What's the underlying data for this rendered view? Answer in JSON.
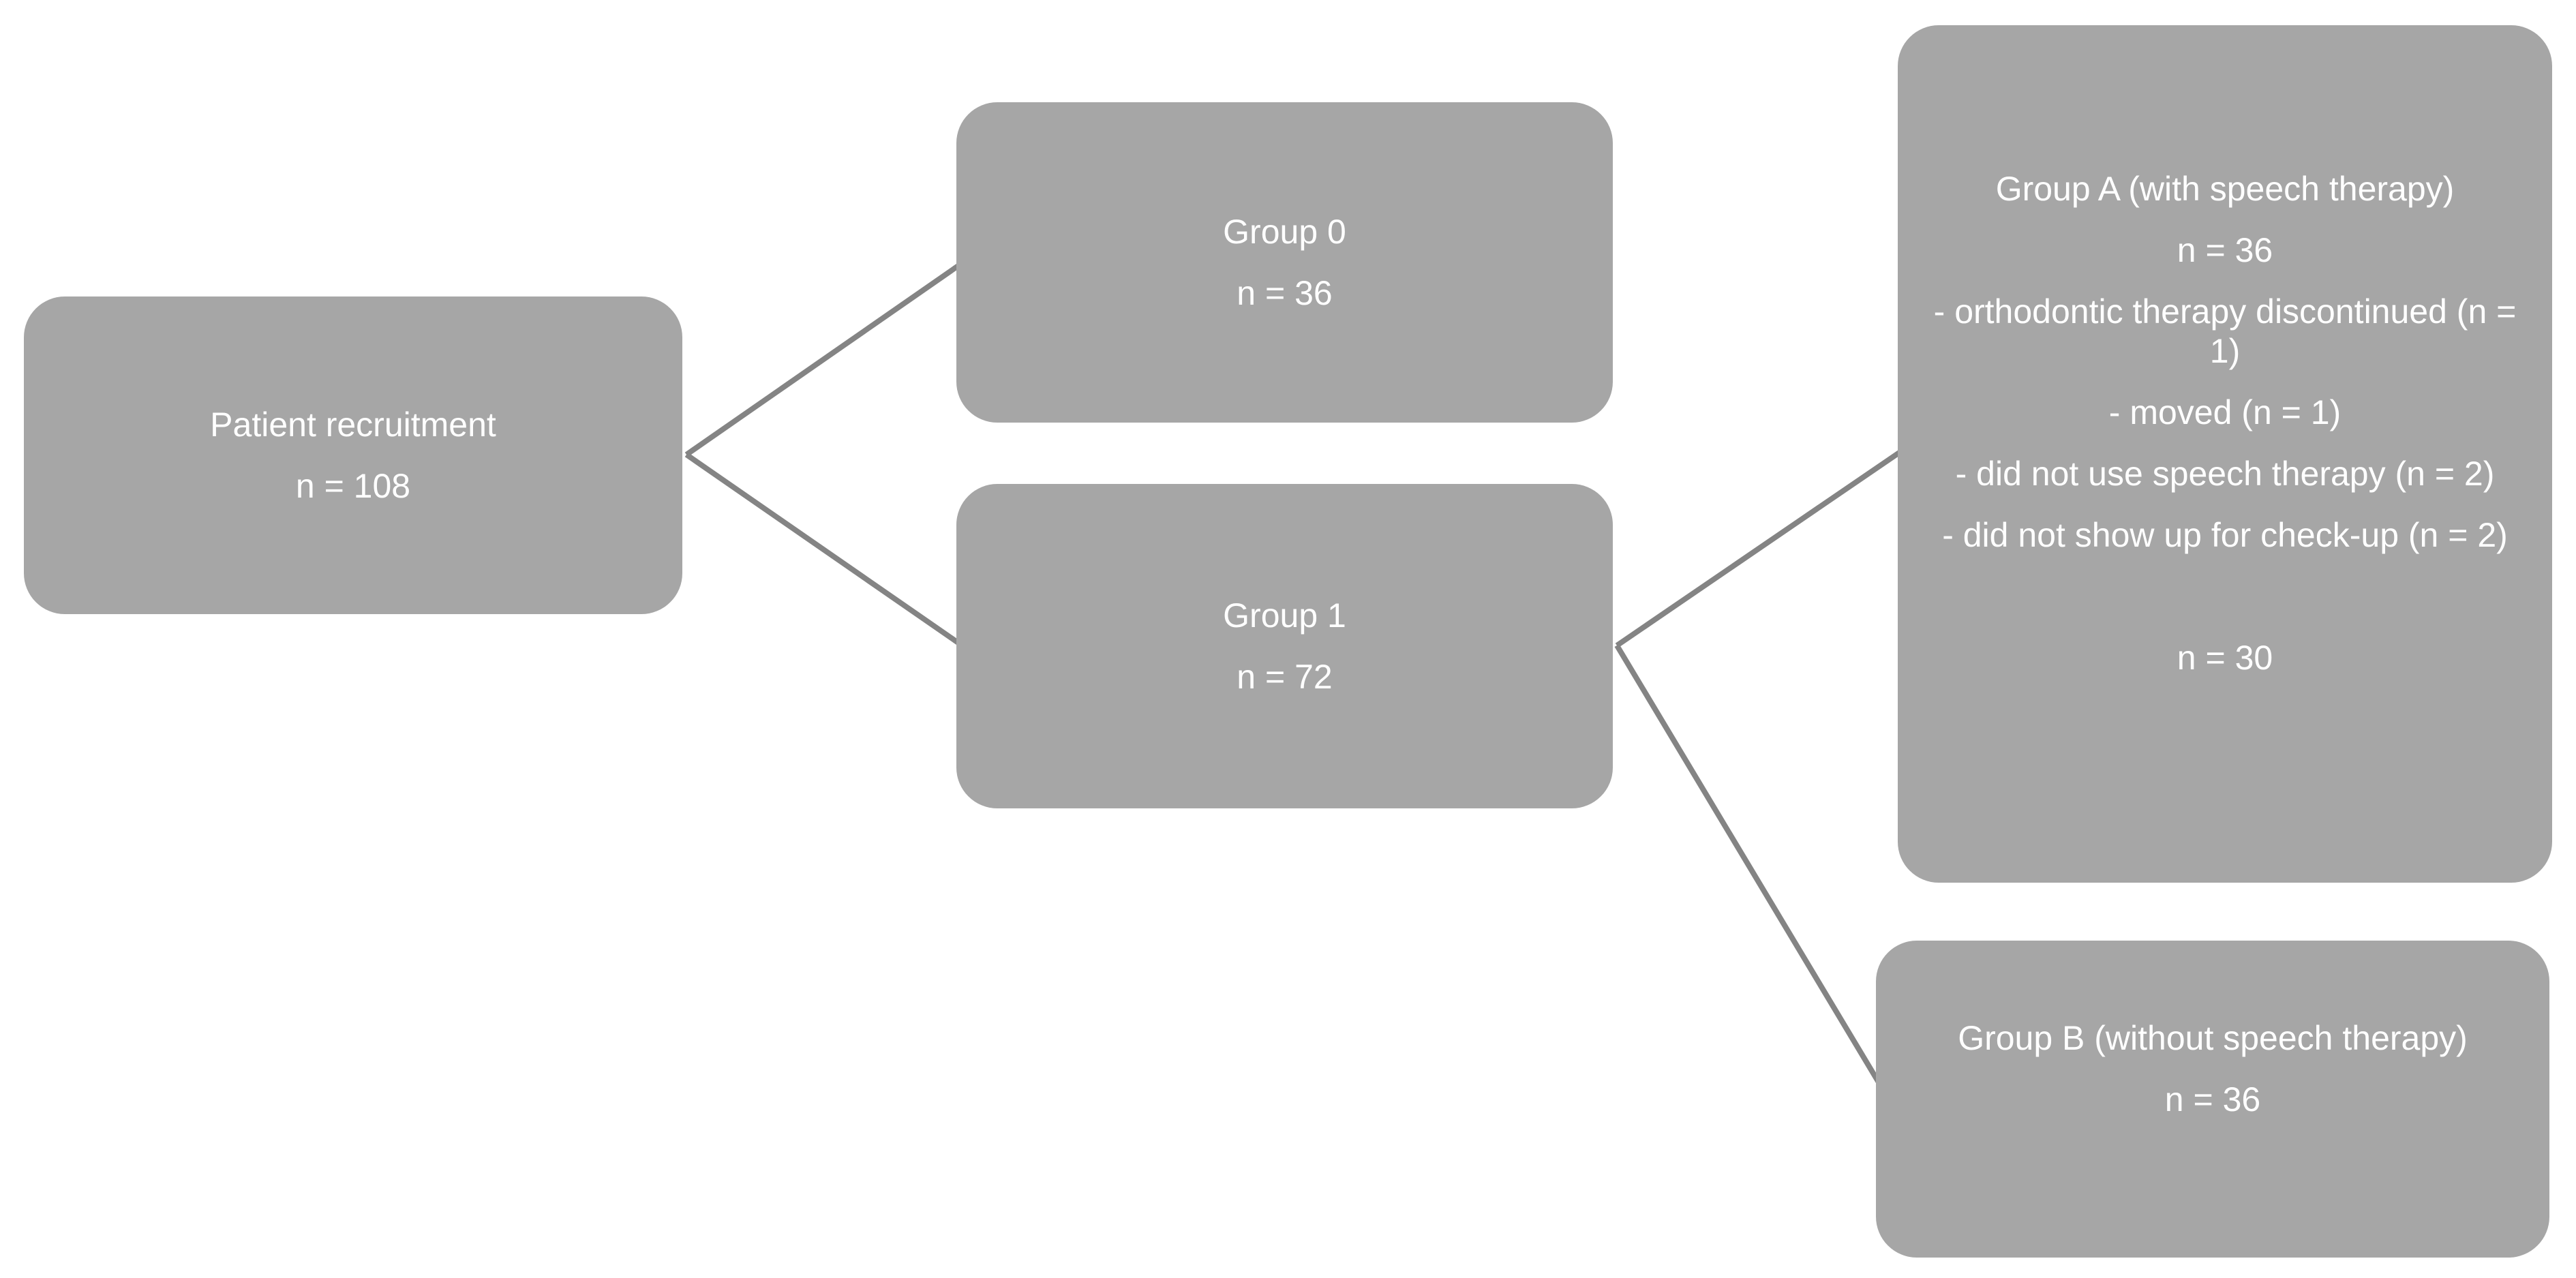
{
  "diagram": {
    "type": "flowchart",
    "colors": {
      "background": "#ffffff",
      "node_fill": "#a6a6a6",
      "node_text": "#ffffff",
      "connector": "#848484"
    },
    "nodes": {
      "recruitment": {
        "lines": [
          "Patient recruitment",
          "n = 108"
        ]
      },
      "group0": {
        "lines": [
          "Group 0",
          "n = 36"
        ]
      },
      "group1": {
        "lines": [
          "Group 1",
          "n = 72"
        ]
      },
      "groupA": {
        "lines": [
          "Group A (with speech therapy)",
          "n = 36",
          "- orthodontic therapy discontinued (n = 1)",
          "- moved (n = 1)",
          "- did not use speech therapy (n = 2)",
          "- did not show up for check-up (n = 2)",
          "",
          "n = 30",
          ""
        ]
      },
      "groupB": {
        "lines": [
          "Group B (without speech therapy)",
          "n = 36",
          ""
        ]
      }
    },
    "edges": [
      {
        "from": "recruitment",
        "to": "group0"
      },
      {
        "from": "recruitment",
        "to": "group1"
      },
      {
        "from": "group1",
        "to": "groupA"
      },
      {
        "from": "group1",
        "to": "groupB"
      }
    ]
  }
}
